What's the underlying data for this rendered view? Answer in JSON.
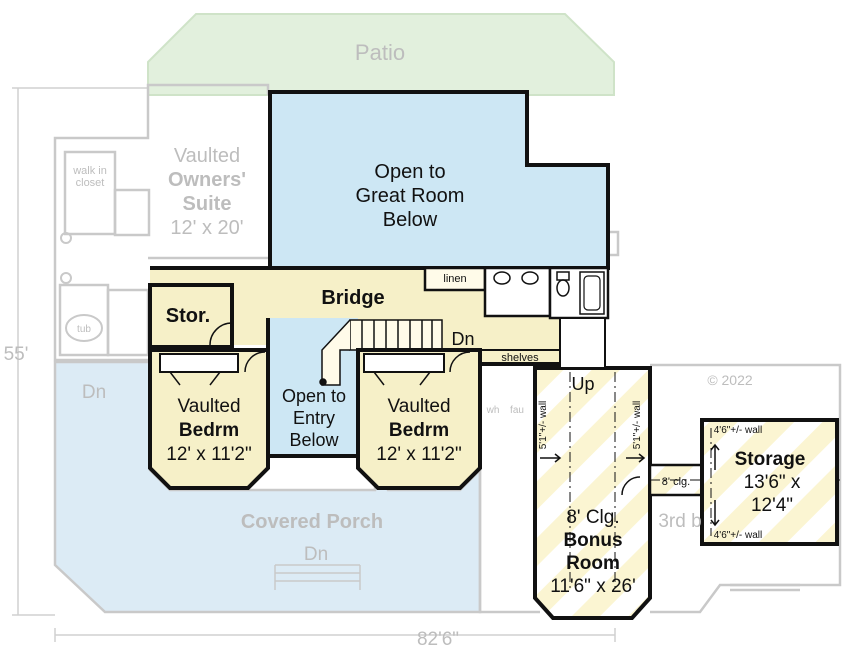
{
  "colors": {
    "wall": "#111111",
    "faded_wall": "#c9c9c9",
    "open_blue": "#cde7f4",
    "porch_blue": "#dcebf5",
    "bedroom_fill": "#f6f0c8",
    "patio_green": "#e2f0dd",
    "faded_text": "#bdbdbd",
    "stripe": "#fbf5d2"
  },
  "labels": {
    "patio": "Patio",
    "owners_suite_1": "Vaulted",
    "owners_suite_2": "Owners'",
    "owners_suite_3": "Suite",
    "owners_suite_size": "12' x 20'",
    "walk_in_closet_1": "walk in",
    "walk_in_closet_2": "closet",
    "tub": "tub",
    "open_great_1": "Open to",
    "open_great_2": "Great Room",
    "open_great_3": "Below",
    "linen": "linen",
    "bridge": "Bridge",
    "stor": "Stor.",
    "dn_stairs": "Dn",
    "shelves": "shelves",
    "open_entry_1": "Open to",
    "open_entry_2": "Entry",
    "open_entry_3": "Below",
    "bed_left_1": "Vaulted",
    "bed_left_2": "Bedrm",
    "bed_left_size": "12' x 11'2\"",
    "bed_right_1": "Vaulted",
    "bed_right_2": "Bedrm",
    "bed_right_size": "12' x 11'2\"",
    "dn_porch_side": "Dn",
    "covered_porch": "Covered Porch",
    "dn_porch_bottom": "Dn",
    "dim_55": "55'",
    "dim_82": "82'6\"",
    "up": "Up",
    "wall_left": "5'1\"+/- wall",
    "wall_right": "5'1\"+/- wall",
    "clg_bonus": "8' Clg.",
    "bonus_1": "Bonus",
    "bonus_2": "Room",
    "bonus_size": "11'6\" x 26'",
    "copyright": "© 2022",
    "wh": "wh",
    "fau": "fau",
    "clg_hall": "8' clg.",
    "wall_top": "4'6\"+/- wall",
    "storage": "Storage",
    "storage_size_1": "13'6\" x",
    "storage_size_2": "12'4\"",
    "wall_bottom": "4'6\"+/- wall",
    "third_bay": "3rd b"
  }
}
